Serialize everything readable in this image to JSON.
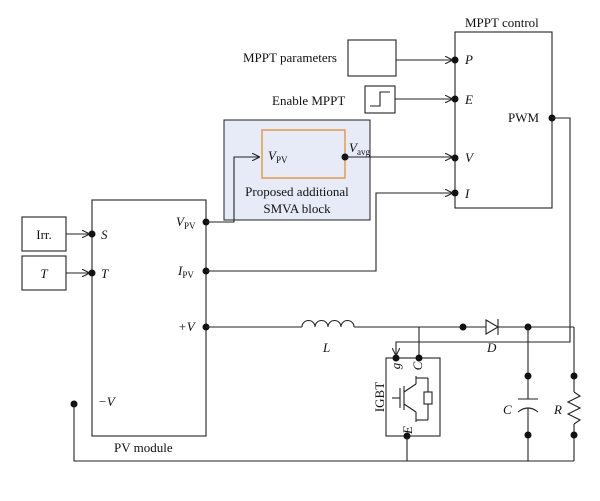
{
  "mppt_control": {
    "title": "MPPT control",
    "port_p": "P",
    "port_e": "E",
    "port_v": "V",
    "port_i": "I",
    "pwm": "PWM"
  },
  "mppt_parameters": {
    "label": "MPPT parameters"
  },
  "enable_mppt": {
    "label": "Enable MPPT"
  },
  "smva": {
    "in_main": "V",
    "in_sub": "PV",
    "out_main": "V",
    "out_sub": "avg",
    "caption_line1": "Proposed additional",
    "caption_line2": "SMVA block",
    "fill": "#e6ebf7",
    "inner_border": "#e8902a"
  },
  "inputs": {
    "irr": "Irr.",
    "t": "T"
  },
  "pv_module": {
    "title": "PV module",
    "port_s": "S",
    "port_t": "T",
    "port_vpv_main": "V",
    "port_vpv_sub": "PV",
    "port_ipv_main": "I",
    "port_ipv_sub": "PV",
    "port_plus_v": "+V",
    "port_minus_v": "−V"
  },
  "circuit": {
    "inductor": "L",
    "diode": "D",
    "capacitor": "C",
    "resistor": "R",
    "igbt": "IGBT",
    "igbt_g": "g",
    "igbt_c": "C",
    "igbt_e": "E"
  }
}
